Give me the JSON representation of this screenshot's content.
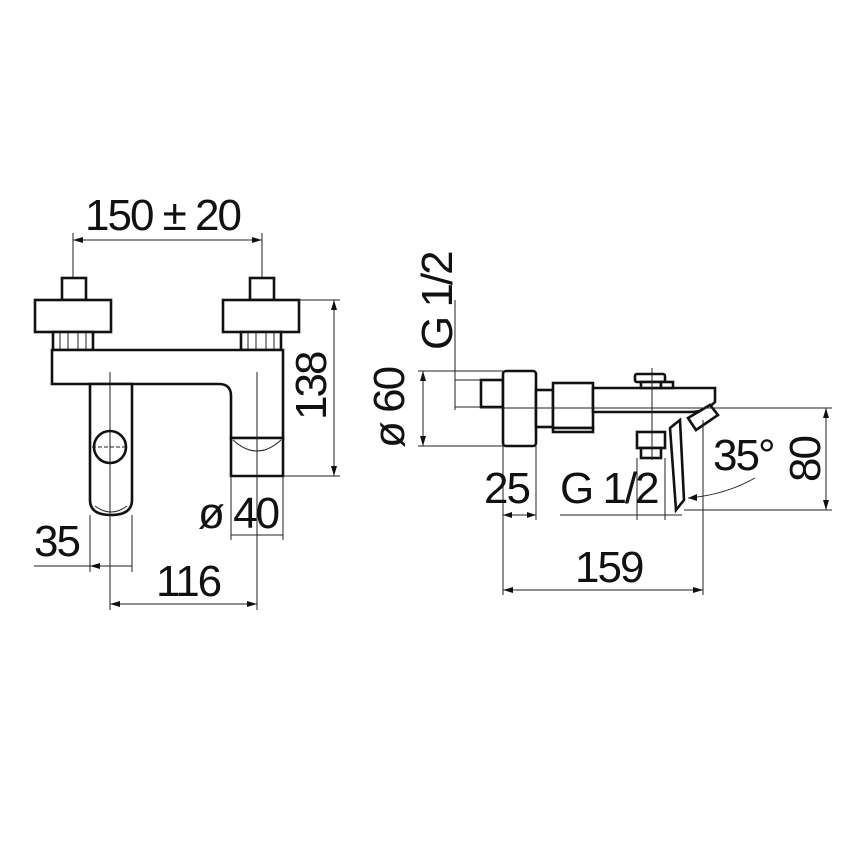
{
  "front_view": {
    "dimensions": {
      "inlet_spacing": "150 ± 20",
      "height": "138",
      "spout_diameter": "ø 40",
      "handle_width": "35",
      "spout_offset": "116"
    }
  },
  "side_view": {
    "dimensions": {
      "inlet_thread": "G 1/2",
      "rosette_diameter": "ø 60",
      "rosette_depth": "25",
      "outlet_thread": "G 1/2",
      "handle_angle": "35°",
      "outlet_height": "80",
      "projection": "159"
    }
  },
  "colors": {
    "line": "#111111",
    "background": "#ffffff"
  }
}
